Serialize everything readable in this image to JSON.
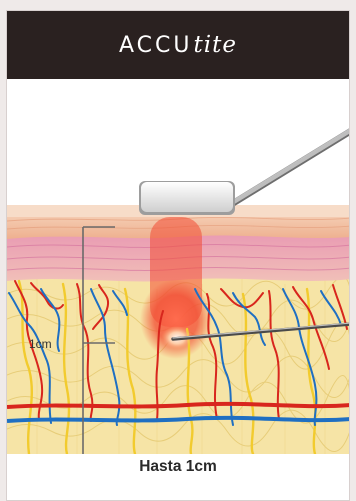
{
  "header": {
    "brand_main": "ACCU",
    "brand_sub": "tite"
  },
  "illustration": {
    "depth_label": "1cm",
    "icons": [
      "handpiece-icon",
      "cannula-icon"
    ]
  },
  "caption": "Hasta 1cm",
  "colors": {
    "header_bg": "#2a2120",
    "epidermis": "#f0b99a",
    "dermis": "#e98fb0",
    "fat": "#f6e6a8",
    "artery": "#d9261c",
    "vein": "#1f6fc2",
    "nerve": "#f3d03a",
    "heat": "#f0503c"
  }
}
